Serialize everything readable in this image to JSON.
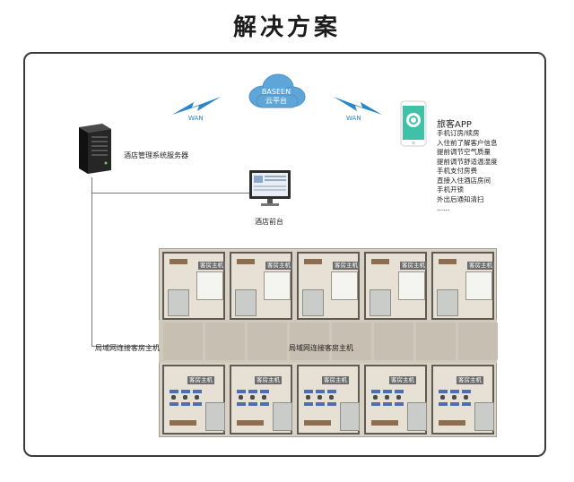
{
  "title": "解决方案",
  "cloud": {
    "name": "BASEEN",
    "subtitle": "云平台"
  },
  "wan_left": "WAN",
  "wan_right": "WAN",
  "server_label": "酒店管理系统服务器",
  "frontdesk_label": "酒店前台",
  "app": {
    "title": "旅客APP",
    "features": [
      "手机订房/续房",
      "入住前了解客户信息",
      "提前调节空气质量",
      "提前调节舒适温湿度",
      "手机支付房费",
      "直接入住酒店房间",
      "手机开锁",
      "外出后通知清扫",
      "......"
    ]
  },
  "lan_label_left": "局域网连接客房主机",
  "lan_label_center": "局域网连接客房主机",
  "room_host_label": "客房主机",
  "colors": {
    "accent": "#2a86c8",
    "cloud": "#5fa6d8",
    "line": "#7a7a7a"
  },
  "icons": [
    "server-icon",
    "cloud-icon",
    "wan-bolt-icon",
    "phone-app-icon",
    "monitor-icon"
  ]
}
